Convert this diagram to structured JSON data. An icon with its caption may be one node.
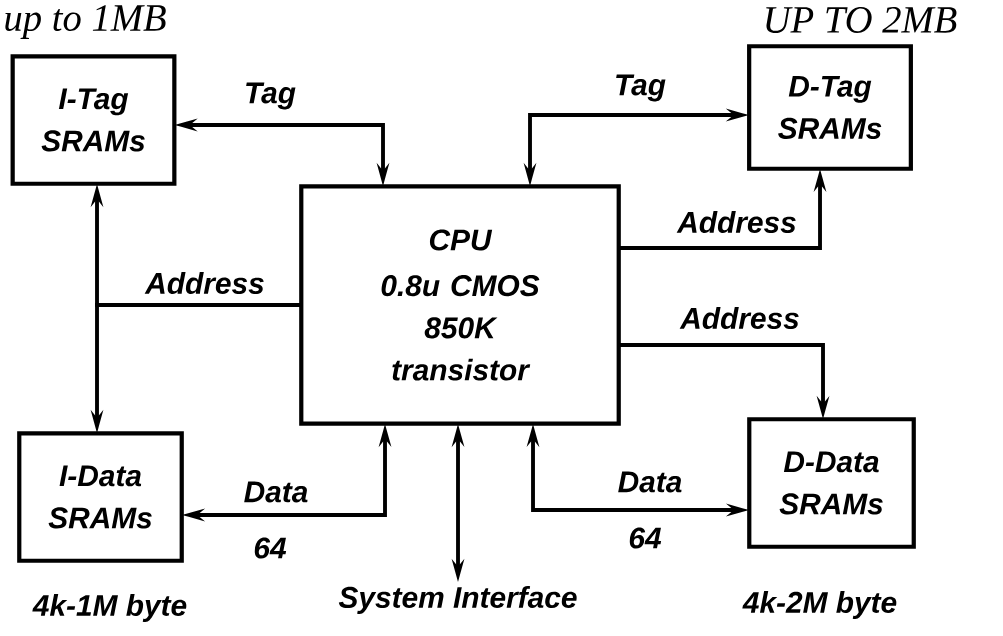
{
  "diagram": {
    "nodes": [
      {
        "text": [
          "I-Tag SRAMs"
        ],
        "beside": [
          "up to 1MB"
        ]
      },
      {
        "text": [
          "D-Tag SRAMs"
        ],
        "beside": [
          "UP TO 2MB"
        ]
      },
      {
        "text": [
          "CPU",
          "0.8u CMOS 850K transistor"
        ]
      },
      {
        "text": [
          "I-Data SRAMs"
        ],
        "beside": [
          "4k-1M byte"
        ]
      },
      {
        "text": [
          "D-Data SRAMs"
        ],
        "beside": [
          "4k-2M byte"
        ]
      },
      {
        "text": [
          "System Interface"
        ]
      }
    ],
    "edges": [
      {
        "from": 2,
        "to": 0,
        "arrow": "both",
        "label": "Tag"
      },
      {
        "from": 2,
        "to": 1,
        "arrow": "both",
        "label": "Tag"
      },
      {
        "from": 2,
        "to": 0,
        "arrow": "to",
        "label": "Address"
      },
      {
        "from": 2,
        "to": 3,
        "arrow": "to"
      },
      {
        "from": 2,
        "to": 1,
        "arrow": "to",
        "label": "Address"
      },
      {
        "from": 2,
        "to": 4,
        "arrow": "to",
        "label": "Address"
      },
      {
        "from": 2,
        "to": 3,
        "arrow": "both",
        "label": "Data"
      },
      {
        "from": 2,
        "to": 4,
        "arrow": "both",
        "label": "Data"
      },
      {
        "from": 2,
        "to": 5,
        "arrow": "both"
      }
    ],
    "labels": [
      "64",
      "64"
    ]
  }
}
